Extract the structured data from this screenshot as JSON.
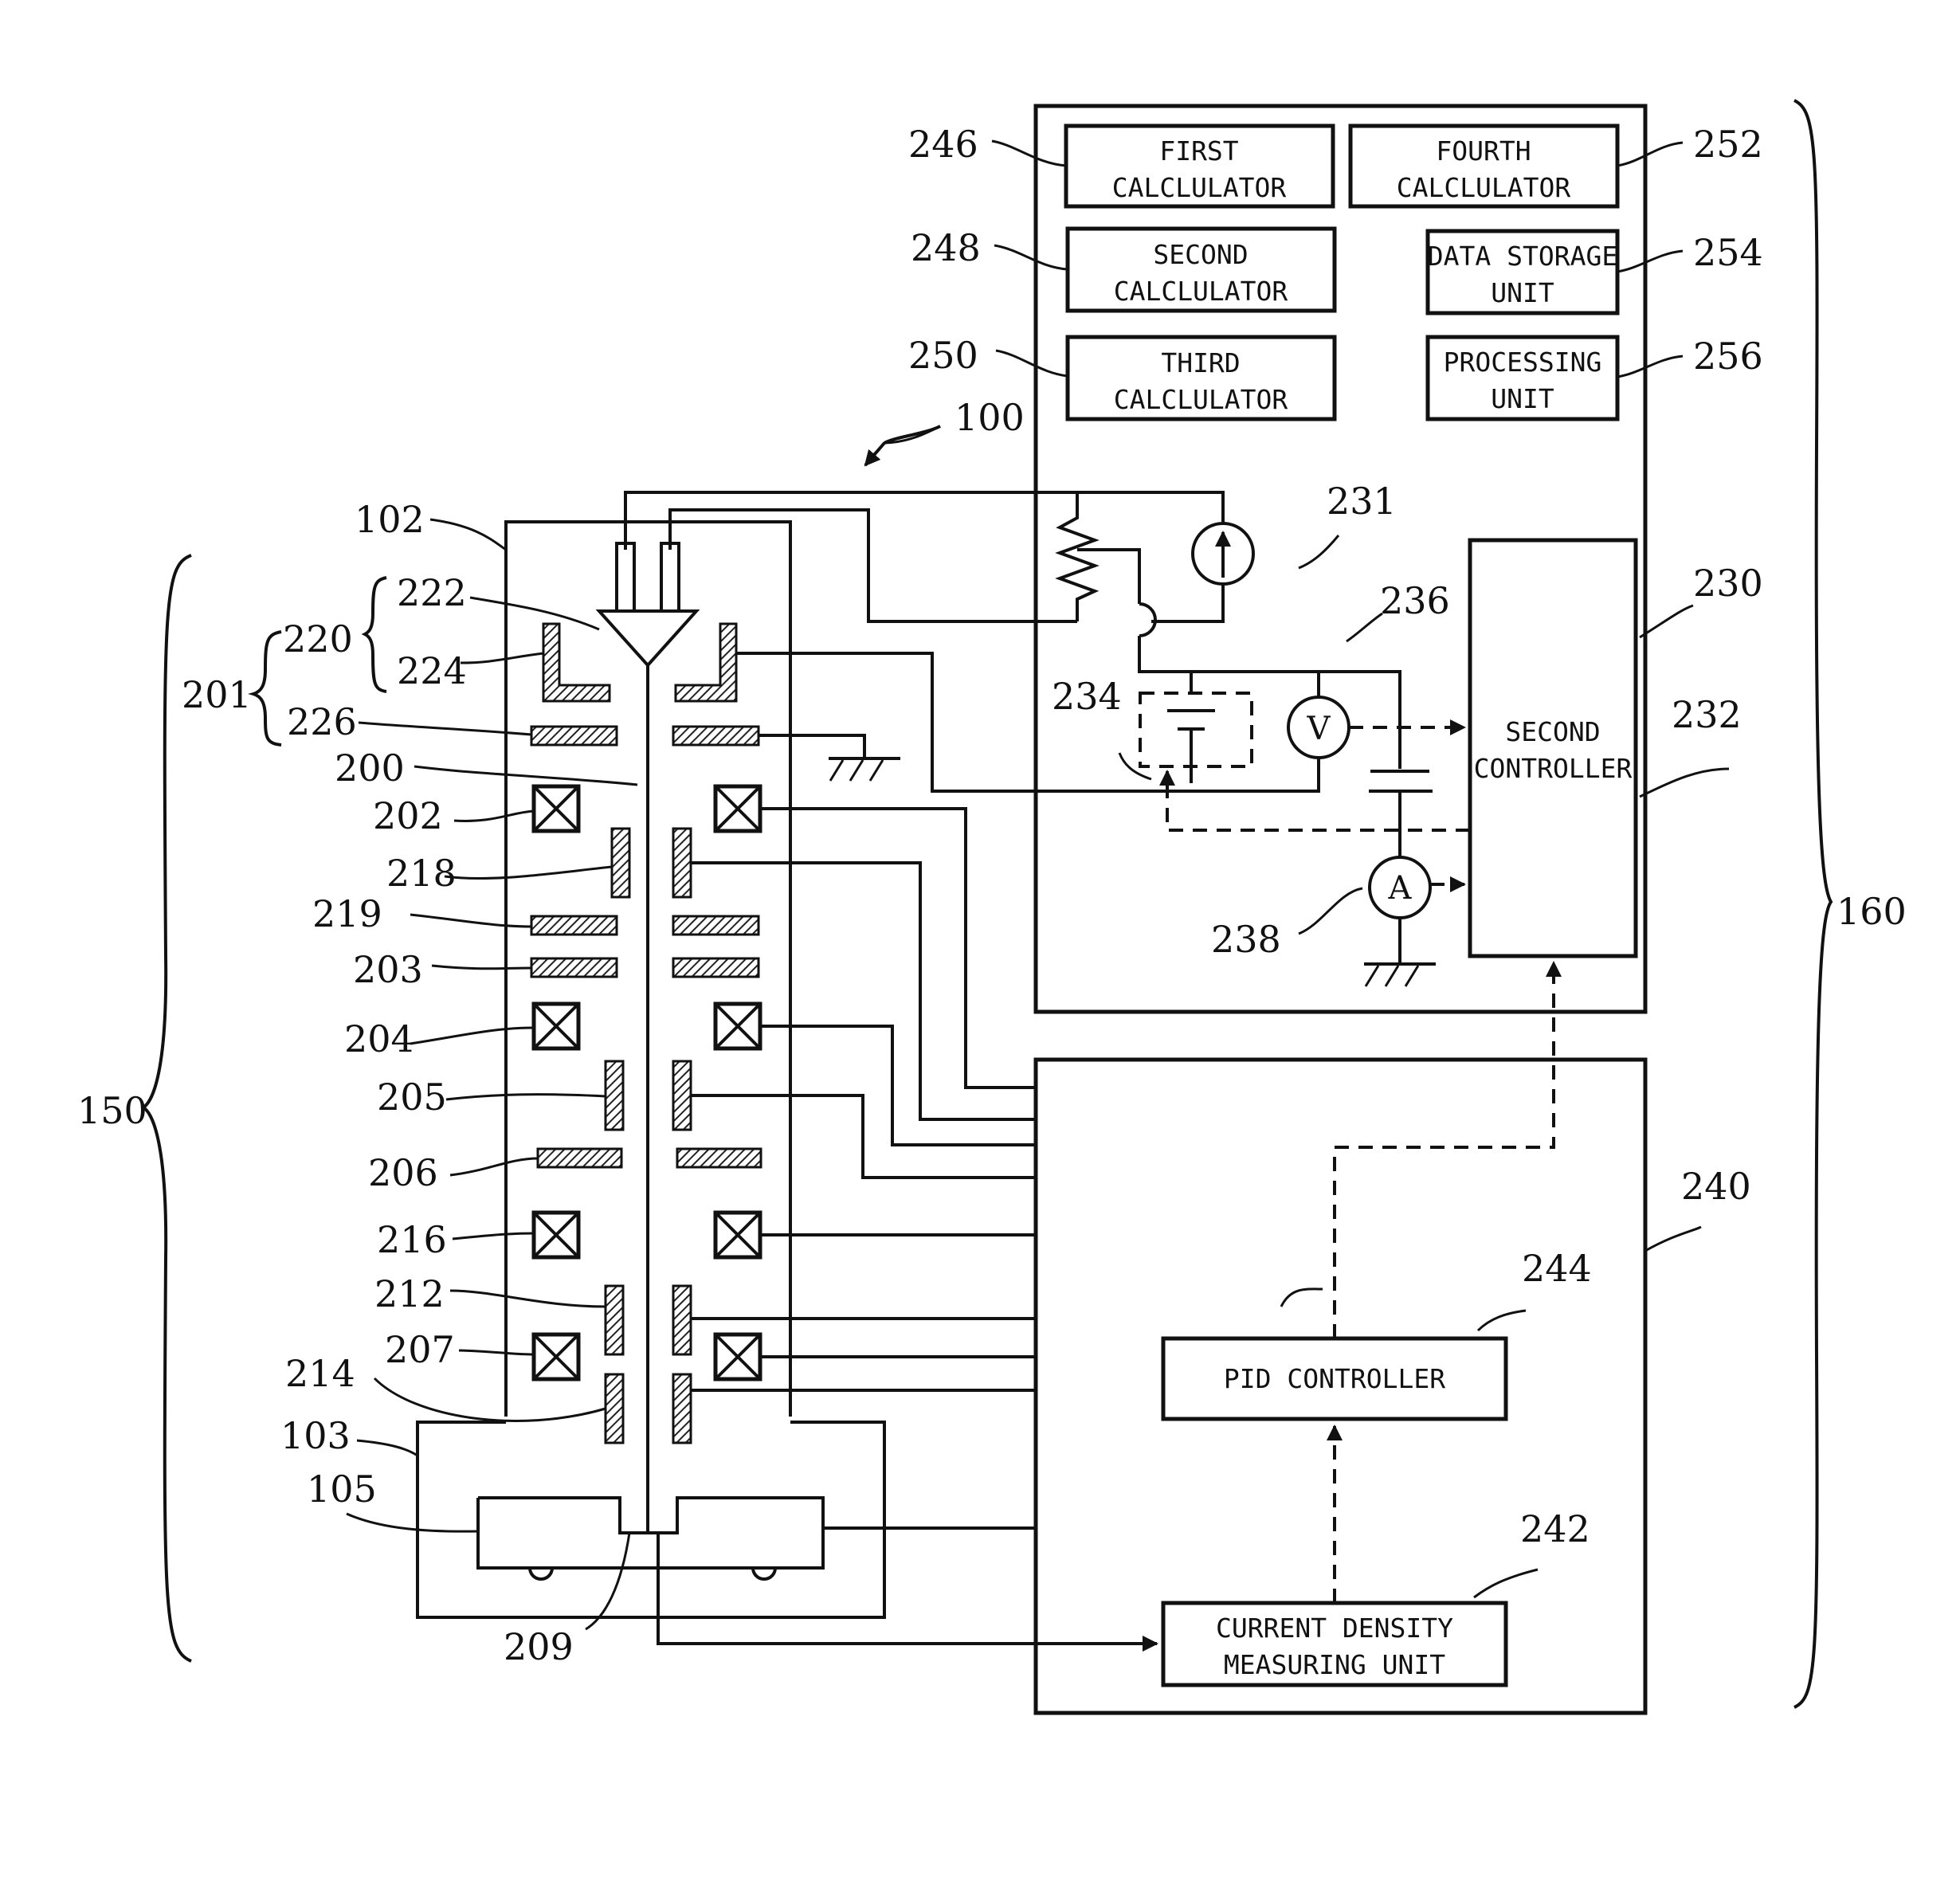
{
  "labels": {
    "first_calc": [
      "FIRST",
      "CALCLULATOR"
    ],
    "second_calc": [
      "SECOND",
      "CALCLULATOR"
    ],
    "third_calc": [
      "THIRD",
      "CALCLULATOR"
    ],
    "fourth_calc": [
      "FOURTH",
      "CALCLULATOR"
    ],
    "data_storage": [
      "DATA STORAGE",
      "UNIT"
    ],
    "processing": [
      "PROCESSING",
      "UNIT"
    ],
    "second_controller": [
      "SECOND",
      "CONTROLLER"
    ],
    "pid": "PID CONTROLLER",
    "current_density": [
      "CURRENT DENSITY",
      "MEASURING UNIT"
    ]
  },
  "symbols": {
    "voltmeter": "V",
    "ammeter": "A"
  },
  "refs": {
    "r100": "100",
    "r102": "102",
    "r103": "103",
    "r105": "105",
    "r150": "150",
    "r160": "160",
    "r200": "200",
    "r201": "201",
    "r202": "202",
    "r203": "203",
    "r204": "204",
    "r205": "205",
    "r206": "206",
    "r207": "207",
    "r209": "209",
    "r212": "212",
    "r214": "214",
    "r216": "216",
    "r218": "218",
    "r219": "219",
    "r220": "220",
    "r222": "222",
    "r224": "224",
    "r226": "226",
    "r230": "230",
    "r231": "231",
    "r232": "232",
    "r234": "234",
    "r236": "236",
    "r238": "238",
    "r240": "240",
    "r242": "242",
    "r244": "244",
    "r246": "246",
    "r248": "248",
    "r250": "250",
    "r252": "252",
    "r254": "254",
    "r256": "256"
  }
}
